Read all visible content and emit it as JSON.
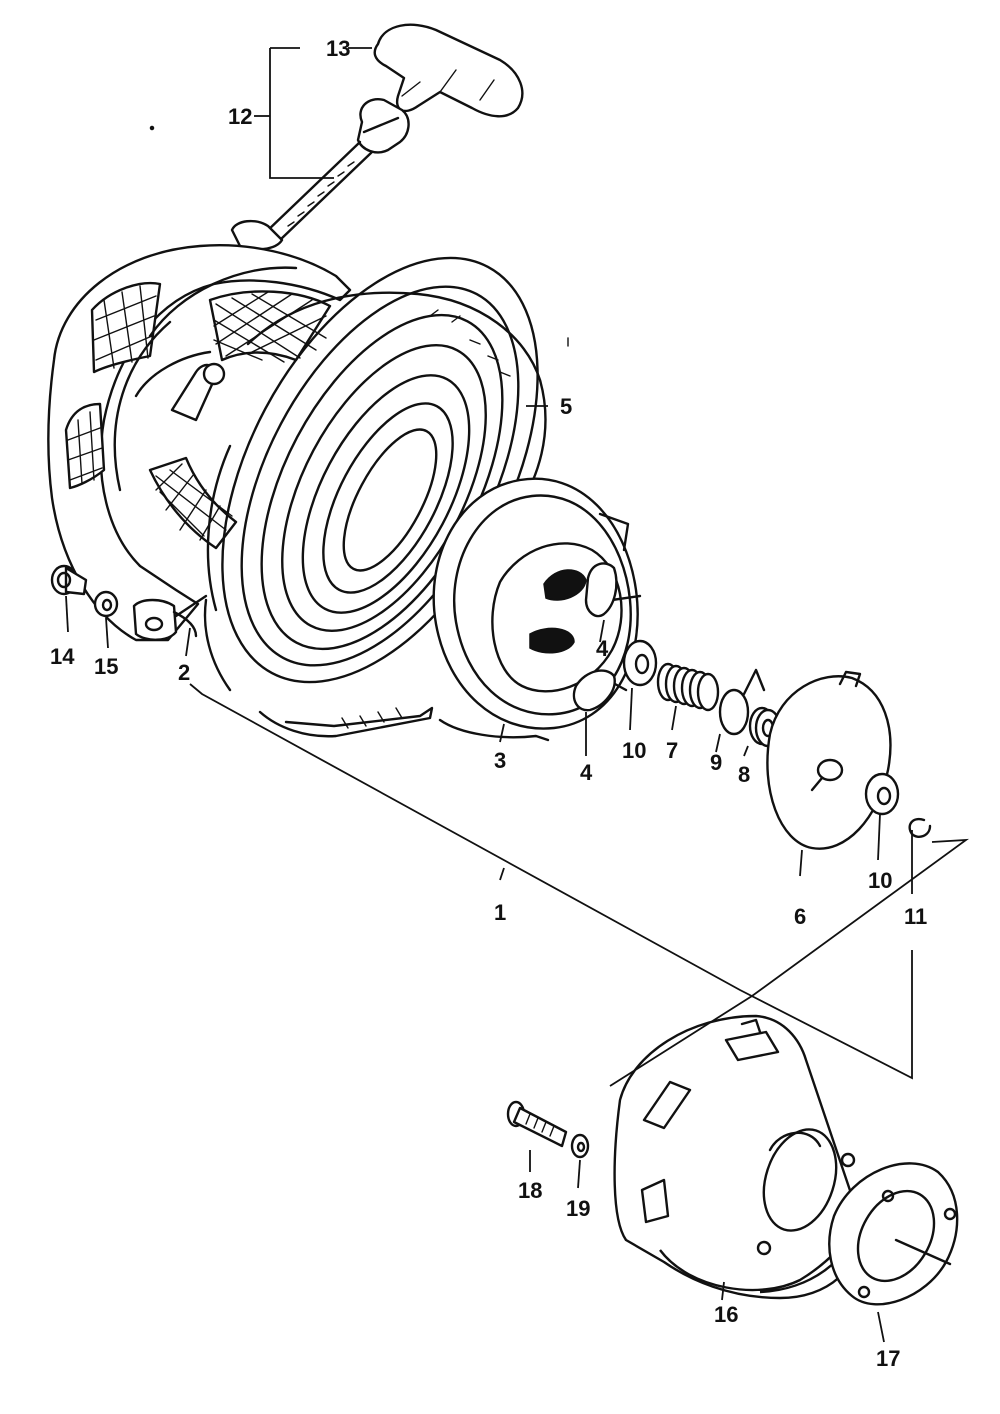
{
  "diagram": {
    "colors": {
      "ink": "#111111",
      "paper": "#ffffff"
    },
    "callouts": {
      "c1": "1",
      "c2": "2",
      "c3": "3",
      "c4a": "4",
      "c4b": "4",
      "c5": "5",
      "c6": "6",
      "c7": "7",
      "c8": "8",
      "c9": "9",
      "c10a": "10",
      "c10b": "10",
      "c11": "11",
      "c12": "12",
      "c13": "13",
      "c14": "14",
      "c15": "15",
      "c16": "16",
      "c17": "17",
      "c18": "18",
      "c19": "19"
    },
    "parts": [
      "recoil-starter-assembly",
      "starter-case",
      "rope-reel",
      "ratchet-pawl",
      "recoil-spring",
      "friction-plate",
      "return-spring",
      "collar",
      "ratchet-spring",
      "washer",
      "snap-ring",
      "starter-rope",
      "rope-handle",
      "screw",
      "lock-washer",
      "starter-pulley-cup",
      "gasket-plate",
      "pulley-bolt",
      "pulley-washer"
    ]
  }
}
